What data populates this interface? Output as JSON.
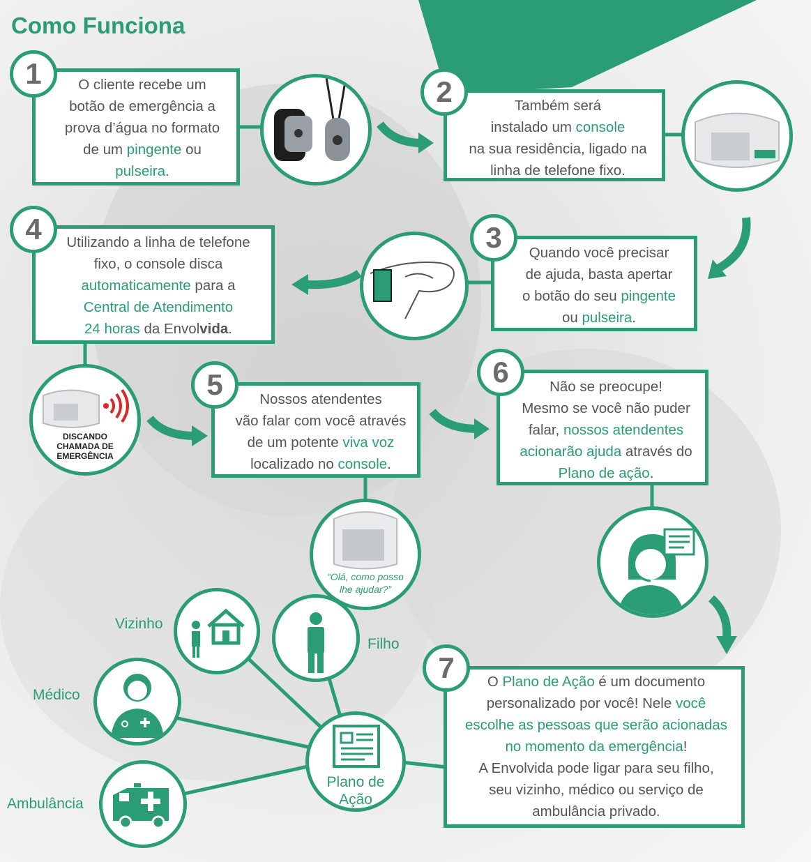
{
  "title": "Como Funciona",
  "steps": {
    "s1": {
      "num": "1",
      "l1": "O cliente recebe um",
      "l2": "botão de emergência a",
      "l3": "prova d’água no formato",
      "l4a": "de um ",
      "l4b": "pingente",
      "l4c": " ou",
      "l5a": "pulseira",
      "l5b": "."
    },
    "s2": {
      "num": "2",
      "l1": "Também será",
      "l2a": "instalado um ",
      "l2b": "console",
      "l3": "na sua residência, ligado na",
      "l4": "linha de telefone fixo."
    },
    "s3": {
      "num": "3",
      "l1": "Quando você precisar",
      "l2": "de ajuda, basta apertar",
      "l3a": "o botão do seu ",
      "l3b": "pingente",
      "l4a": "ou ",
      "l4b": "pulseira",
      "l4c": "."
    },
    "s4": {
      "num": "4",
      "l1": "Utilizando a linha de telefone",
      "l2": "fixo, o console disca",
      "l3a": "automaticamente",
      "l3b": " para a",
      "l4": "Central de Atendimento",
      "l5a": "24 horas",
      "l5b": " da Envol",
      "l5c": "vida",
      "l5d": "."
    },
    "s5": {
      "num": "5",
      "l1": "Nossos atendentes",
      "l2": "vão falar com você através",
      "l3a": "de um potente ",
      "l3b": "viva voz",
      "l4a": "localizado no ",
      "l4b": "console",
      "l4c": "."
    },
    "s6": {
      "num": "6",
      "l1": "Não se preocupe!",
      "l2": "Mesmo se você não puder",
      "l3a": "falar, ",
      "l3b": "nossos atendentes",
      "l4a": "acionarão ajuda",
      "l4b": " através do",
      "l5a": "Plano de ação",
      "l5b": "."
    },
    "s7": {
      "num": "7",
      "l1a": "O ",
      "l1b": "Plano de Ação",
      "l1c": " é um documento",
      "l2a": "personalizado por você! Nele ",
      "l2b": "você",
      "l3": "escolhe as pessoas que serão acionadas",
      "l4a": "no momento da emergência",
      "l4b": "!",
      "l5": "A Envolvida pode ligar para seu filho,",
      "l6": "seu vizinho, médico ou serviço de",
      "l7": "ambulância privado."
    }
  },
  "dialing": {
    "l1": "DISCANDO",
    "l2": "CHAMADA DE",
    "l3": "EMERGÊNCIA"
  },
  "speaker_quote": {
    "l1": "“Olá, como posso",
    "l2": "lhe ajudar?”"
  },
  "network": {
    "vizinho": "Vizinho",
    "filho": "Filho",
    "medico": "Médico",
    "ambulancia": "Ambulância",
    "plano_l1": "Plano de",
    "plano_l2": "Ação"
  },
  "colors": {
    "accent": "#2a9d74",
    "text": "#555555",
    "alert": "#d62828"
  }
}
